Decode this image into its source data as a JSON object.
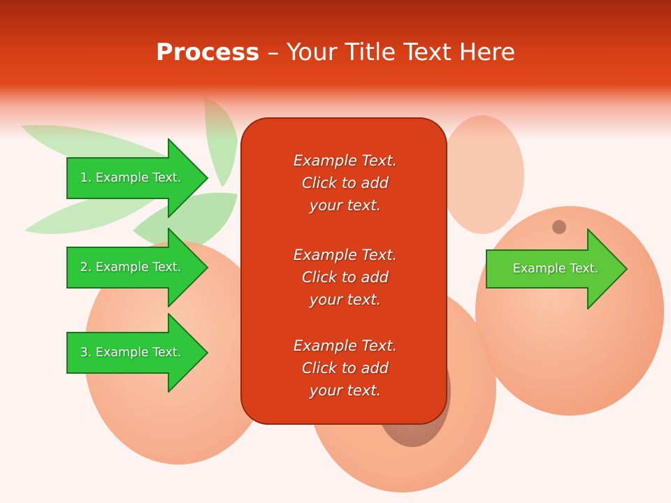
{
  "title": {
    "bold": "Process",
    "rest": " – Your Title Text Here"
  },
  "left_arrows": [
    {
      "label": "1. Example Text."
    },
    {
      "label": "2. Example Text."
    },
    {
      "label": "3. Example Text."
    }
  ],
  "center_blocks": [
    {
      "line1": "Example Text.",
      "line2": "Click  to add",
      "line3": "your text."
    },
    {
      "line1": "Example Text.",
      "line2": "Click  to add",
      "line3": "your text."
    },
    {
      "line1": "Example Text.",
      "line2": "Click  to add",
      "line3": "your text."
    }
  ],
  "right_arrow": {
    "label": "Example Text."
  },
  "colors": {
    "header": "#d73f17",
    "center_box": "#d9401a",
    "left_arrow_fill": "#2fc63c",
    "right_arrow_fill": "#5cc83a",
    "arrow_border": "#1e6f1e"
  }
}
